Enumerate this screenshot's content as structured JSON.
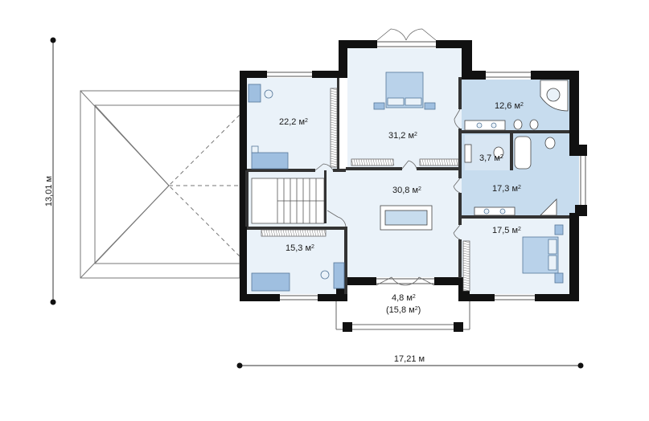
{
  "plan": {
    "colors": {
      "wall": "#111111",
      "room_fill": "#eaf2f9",
      "wet_fill": "#c7dcee",
      "furniture": "#9fbfe0",
      "line": "#666666",
      "background": "#ffffff"
    },
    "rooms": {
      "bedroom_nw": "22,2 м",
      "bedroom_master": "31,2 м",
      "bath_ne": "12,6 м",
      "wc": "3,7 м",
      "hall": "30,8 м",
      "bath_e": "17,3 м",
      "bedroom_se": "17,5 м",
      "bedroom_sw": "15,3 м",
      "terrace": "4,8 м",
      "terrace_total": "(15,8 м",
      "terrace_total_close": ")",
      "sup": "2"
    },
    "dimensions": {
      "height": "13,01 м",
      "width": "17,21 м"
    }
  }
}
